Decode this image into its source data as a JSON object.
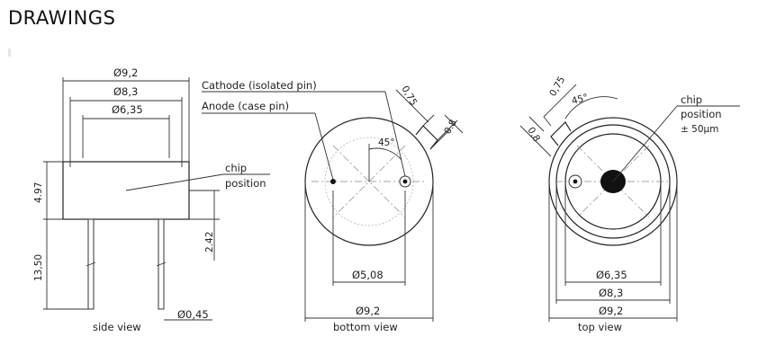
{
  "title": "DRAWINGS",
  "side_view": {
    "caption": "side view",
    "dim_d92": "Ø9,2",
    "dim_d83": "Ø8,3",
    "dim_d635": "Ø6,35",
    "dim_h497": "4.97",
    "dim_h1350": "13,50",
    "dim_h242": "2.42",
    "dim_pin": "Ø0,45",
    "chip_label_1": "chip",
    "chip_label_2": "position"
  },
  "bottom_view": {
    "caption": "bottom view",
    "cathode_label": "Cathode (isolated pin)",
    "anode_label": "Anode (case pin)",
    "angle": "45°",
    "dim_075": "0,75",
    "dim_08": "0.8",
    "dim_d508": "Ø5,08",
    "dim_d92": "Ø9,2"
  },
  "top_view": {
    "caption": "top view",
    "dim_075": "0,75",
    "angle": "45°",
    "dim_08": "0,8",
    "chip_label_1": "chip",
    "chip_label_2": "position",
    "chip_label_3": "± 50µm",
    "dim_d635": "Ø6,35",
    "dim_d83": "Ø8,3",
    "dim_d92": "Ø9,2"
  }
}
